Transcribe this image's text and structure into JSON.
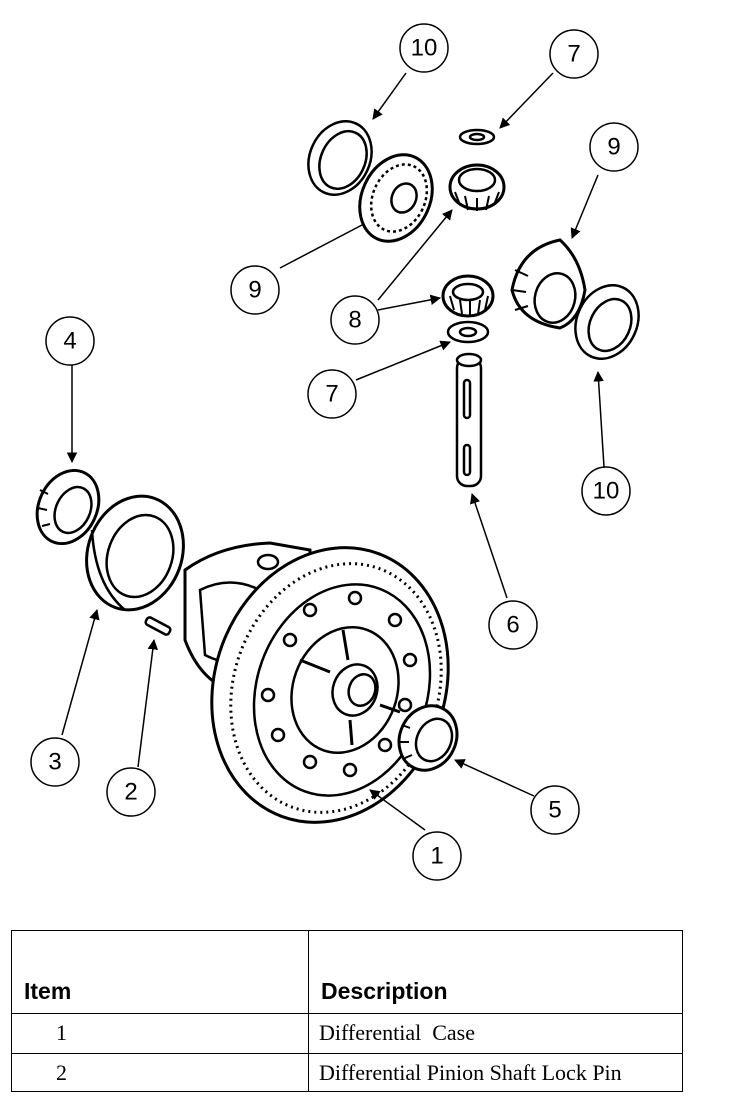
{
  "diagram": {
    "callouts": [
      "1",
      "2",
      "3",
      "4",
      "5",
      "6",
      "7",
      "7",
      "8",
      "9",
      "9",
      "10",
      "10"
    ]
  },
  "table": {
    "headers": [
      "Item",
      "Description"
    ],
    "rows": [
      {
        "item": "1",
        "description": "Differential  Case"
      },
      {
        "item": "2",
        "description": "Differential Pinion Shaft Lock Pin"
      }
    ]
  }
}
